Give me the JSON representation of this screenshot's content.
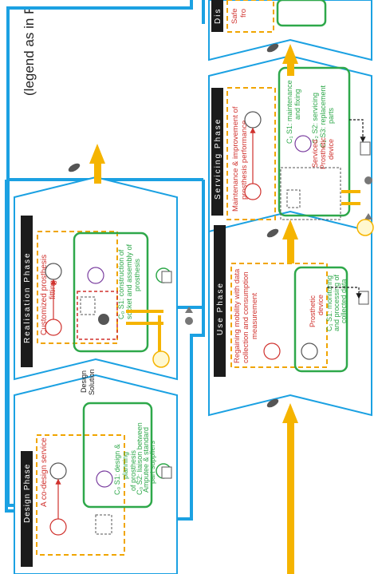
{
  "legend_note": "(legend as in F",
  "phases": {
    "design": {
      "title": "Design Phase",
      "service": "A co-design service",
      "c1": "C₀ S1: design &",
      "c2": "planning",
      "c3": "of prosthesis",
      "c4": "C₀ S2: liaison between",
      "c5": "Amputee & standard",
      "c6": "part suppliers"
    },
    "realisation": {
      "title": "Realisation Phase",
      "service1": "Customized prosthesis",
      "service2": "fitting",
      "c1": "C₀ S1: construction of",
      "c2": "socket and assembly of",
      "c3": "prosthesis"
    },
    "use": {
      "title": "Use Phase",
      "service1": "Regaining mobility with data",
      "service2": "collection and consumption",
      "service3": "measurement",
      "c1": "C₁ S1: monitoring",
      "c2": "and processing of",
      "c3": "collected data",
      "device1": "Prosthetic",
      "device2": "device"
    },
    "servicing": {
      "title": "Servicing Phase",
      "service1": "Maintenance & improvement of",
      "service2": "prosthesis performance",
      "c1": "C₁ S1: maintenance",
      "c2": "and fixing",
      "c3": "C₂ S2: servicing",
      "c4": "C₂ S3: replacement",
      "c5": "parts",
      "device1": "Serviced",
      "device2": "Prosthetic",
      "device3": "device"
    },
    "disposal": {
      "title": "Dis",
      "service": "Safe",
      "service2": "fro"
    }
  },
  "design_solution": {
    "line1": "Design",
    "line2": "Solution"
  },
  "colors": {
    "blue": "#1ba1e2",
    "orange": "#f5b400",
    "green": "#2ea84a",
    "red": "#d0312d",
    "dashed": "#f0a500",
    "dark": "#1b1b1b",
    "grey": "#777777"
  },
  "icons": [
    "user-icon",
    "handshake-icon",
    "tools-icon",
    "factory-icon",
    "folder-icon",
    "arrow-icon"
  ]
}
